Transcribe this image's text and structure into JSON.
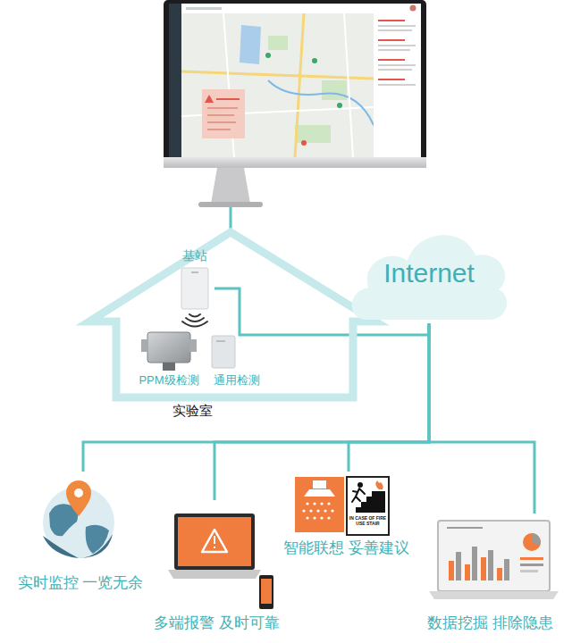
{
  "diagram": {
    "nodes": [
      {
        "text": [
          "实验室"
        ]
      },
      {
        "text": [
          "基站"
        ],
        "in": 0
      },
      {
        "text": [
          "PPM级检测"
        ],
        "in": 0
      },
      {
        "text": [
          "通用检测"
        ],
        "in": 0
      },
      {
        "text": [
          "Internet"
        ]
      },
      {
        "text": [
          "实时监控 一览无余"
        ]
      },
      {
        "text": [
          "多端报警 及时可靠"
        ]
      },
      {
        "text": [
          "智能联想 妥善建议"
        ]
      },
      {
        "text": [
          "数据挖掘 排除隐患"
        ]
      }
    ],
    "edges": [
      {
        "from": 1,
        "to": 4,
        "arrow": "none"
      },
      {
        "from": 4,
        "to": 5,
        "arrow": "none"
      },
      {
        "from": 4,
        "to": 6,
        "arrow": "none"
      },
      {
        "from": 4,
        "to": 7,
        "arrow": "none"
      },
      {
        "from": 4,
        "to": 8,
        "arrow": "none"
      }
    ],
    "labels": [
      "IN CASE OF FIRE USE STAIR"
    ]
  }
}
